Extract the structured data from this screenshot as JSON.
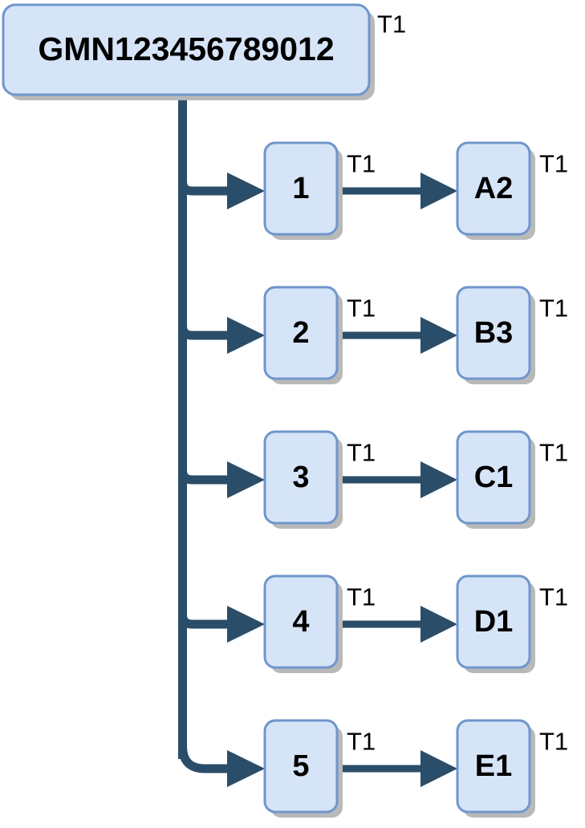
{
  "diagram": {
    "type": "tree-hierarchy",
    "orientation": "vertical-trunk-with-horizontal-branches",
    "colors": {
      "node_fill": "#d6e4f8",
      "node_border": "#6f96cb",
      "node_shadow": "#b9b9b9",
      "connector": "#2a4d69",
      "label_text": "#000000",
      "background": "#ffffff"
    },
    "root": {
      "id": "root",
      "label": "GMN123456789012",
      "tag": "T1"
    },
    "branches": [
      {
        "id": "branch-1",
        "middle": {
          "label": "1",
          "tag": "T1"
        },
        "leaf": {
          "label": "A2",
          "tag": "T1"
        }
      },
      {
        "id": "branch-2",
        "middle": {
          "label": "2",
          "tag": "T1"
        },
        "leaf": {
          "label": "B3",
          "tag": "T1"
        }
      },
      {
        "id": "branch-3",
        "middle": {
          "label": "3",
          "tag": "T1"
        },
        "leaf": {
          "label": "C1",
          "tag": "T1"
        }
      },
      {
        "id": "branch-4",
        "middle": {
          "label": "4",
          "tag": "T1"
        },
        "leaf": {
          "label": "D1",
          "tag": "T1"
        }
      },
      {
        "id": "branch-5",
        "middle": {
          "label": "5",
          "tag": "T1"
        },
        "leaf": {
          "label": "E1",
          "tag": "T1"
        }
      }
    ]
  }
}
